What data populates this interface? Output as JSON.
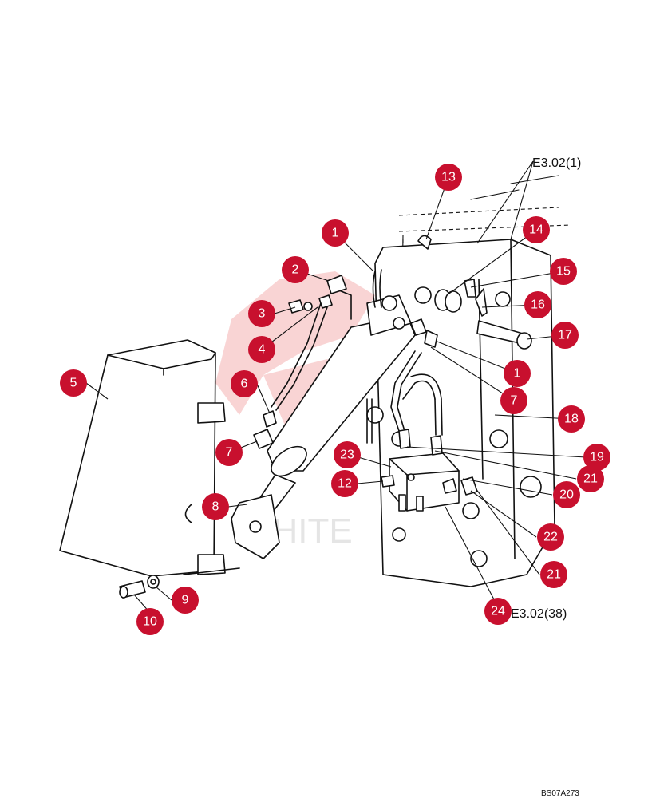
{
  "diagram": {
    "drawing_code": "BS07A273",
    "watermark_text": "WHITE",
    "references": [
      {
        "id": "ref-top",
        "text": "E3.02(1)"
      },
      {
        "id": "ref-bottom",
        "text": "E3.02(38)"
      }
    ],
    "callouts": [
      "13",
      "1",
      "14",
      "2",
      "15",
      "16",
      "3",
      "17",
      "4",
      "1",
      "5",
      "6",
      "7",
      "18",
      "7",
      "19",
      "23",
      "21",
      "12",
      "20",
      "8",
      "22",
      "21",
      "9",
      "10",
      "24"
    ],
    "callout_color": "#c8102e"
  }
}
